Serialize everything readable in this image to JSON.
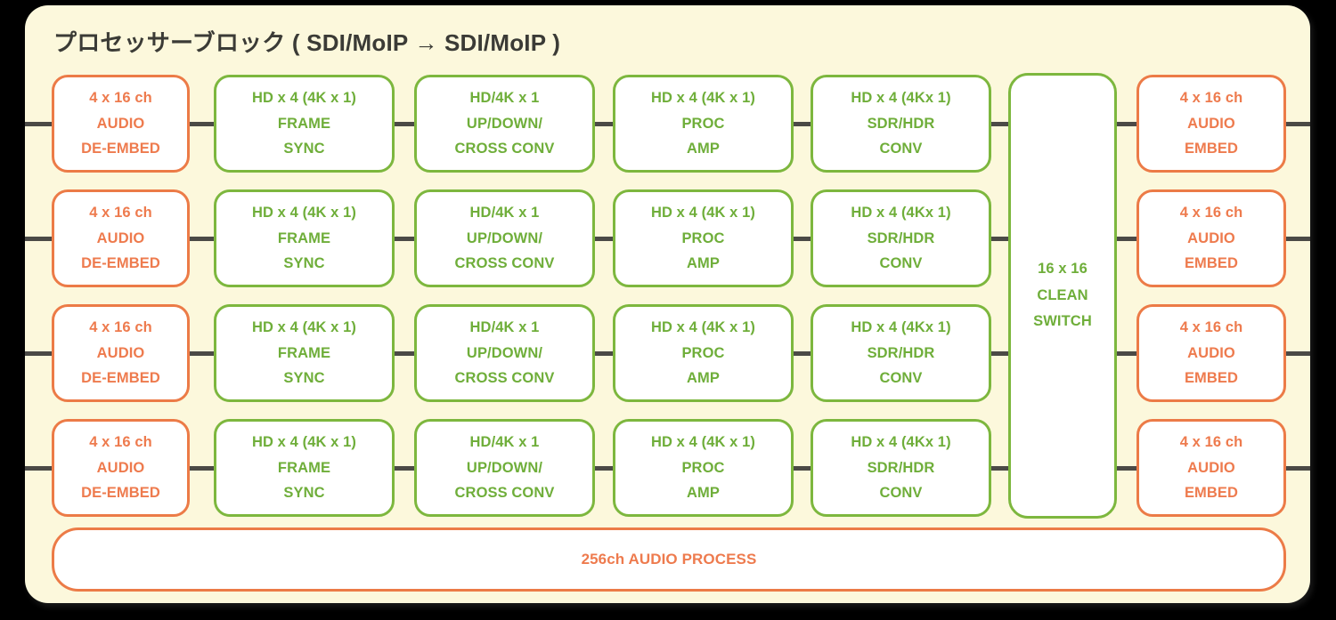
{
  "panel": {
    "title": "プロセッサーブロック ( SDI/MoIP → SDI/MoIP )",
    "background_color": "#FCF8DC",
    "outer_background_color": "#000000"
  },
  "colors": {
    "green_border": "#7DB73E",
    "green_text": "#6FAE3A",
    "orange_border": "#EC7B47",
    "orange_text": "#EE7B4E",
    "connector": "#4B4A46",
    "block_fill": "#FFFFFF",
    "title_text": "#3B3B36"
  },
  "columns": [
    {
      "key": "audio_deembed",
      "style": "orange",
      "lines": [
        "4 x 16 ch",
        "AUDIO",
        "DE-EMBED"
      ]
    },
    {
      "key": "frame_sync",
      "style": "green",
      "lines": [
        "HD x 4 (4K x 1)",
        "FRAME",
        "SYNC"
      ]
    },
    {
      "key": "updown_cross",
      "style": "green",
      "lines": [
        "HD/4K x 1",
        "UP/DOWN/",
        "CROSS CONV"
      ]
    },
    {
      "key": "proc_amp",
      "style": "green",
      "lines": [
        "HD x 4 (4K x 1)",
        "PROC",
        "AMP"
      ]
    },
    {
      "key": "sdr_hdr_conv",
      "style": "green",
      "lines": [
        "HD x 4 (4Kx 1)",
        "SDR/HDR",
        "CONV"
      ]
    },
    {
      "key": "audio_embed",
      "style": "orange",
      "lines": [
        "4 x 16 ch",
        "AUDIO",
        "EMBED"
      ]
    }
  ],
  "rows": [
    {
      "index": 1
    },
    {
      "index": 2
    },
    {
      "index": 3
    },
    {
      "index": 4
    }
  ],
  "clean_switch": {
    "style": "green",
    "lines": [
      "16 x 16",
      "CLEAN",
      "SWITCH"
    ]
  },
  "audio_process_bar": {
    "style": "orange",
    "label": "256ch AUDIO PROCESS"
  }
}
